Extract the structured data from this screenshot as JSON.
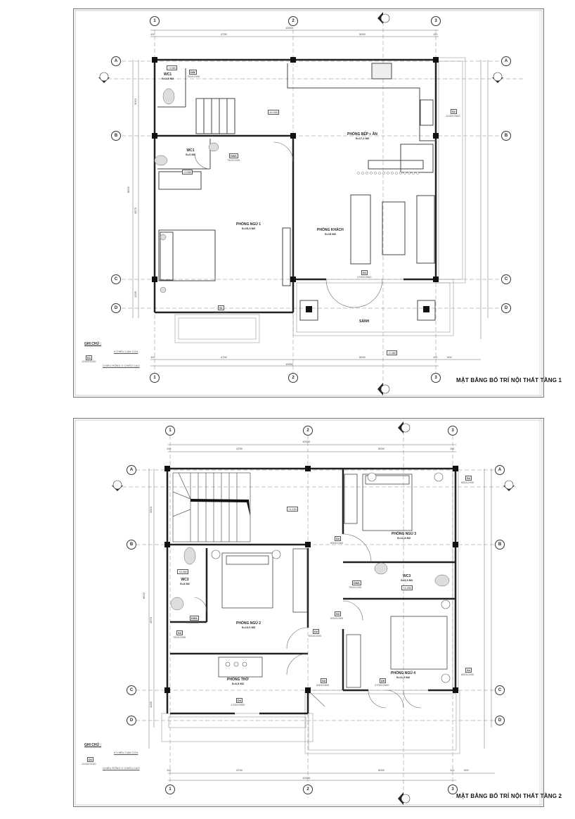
{
  "sheets": [
    {
      "title": "MẶT BẰNG BỐ TRÍ NỘI THẤT  TẦNG 1",
      "grid_columns": [
        "1",
        "2",
        "3"
      ],
      "grid_rows": [
        "A",
        "B",
        "C",
        "D"
      ],
      "section_mark_top": "A",
      "section_mark_side": "B",
      "dimensions_top": {
        "total": "10000",
        "spans": [
          "110",
          "4790",
          "5000",
          "110"
        ]
      },
      "dimensions_bottom": {
        "total": "10000",
        "spans": [
          "110",
          "4790",
          "5000",
          "110",
          "900"
        ]
      },
      "dimensions_side": {
        "total": "8615",
        "spans": [
          "110",
          "3010",
          "4570",
          "1035",
          "1060"
        ]
      },
      "rooms": [
        {
          "name": "WC1",
          "area": "S=1,5 M2"
        },
        {
          "name": "WC1",
          "area": "S=3 M2"
        },
        {
          "name": "PHÒNG BẾP + ĂN",
          "area": "S=17,2 M2"
        },
        {
          "name": "PHÒNG NGỦ 1",
          "area": "S=25,3 M2"
        },
        {
          "name": "PHÒNG KHÁCH",
          "area": "S=15 M2"
        },
        {
          "name": "SẢNH",
          "area": ""
        }
      ],
      "openings": [
        {
          "code": "DW",
          "size": "750X1900"
        },
        {
          "code": "DW1",
          "size": "750X2200"
        },
        {
          "code": "S2",
          "size": "1240X2500"
        },
        {
          "code": "S1",
          "size": "2100X2500"
        },
        {
          "code": "D1",
          "size": "1700X2900"
        }
      ],
      "levels": [
        "-0.050",
        "±0.000",
        "-0.050",
        "-0.450"
      ],
      "notes": {
        "heading": "GHI CHÚ :",
        "line1": "KÍ HIỆU CẠM CỬA",
        "tag": "D1",
        "tag_size": "1200X2100",
        "line2": "CHIỀU RỘNG X CHIỀU CAO"
      }
    },
    {
      "title": "MẶT BẰNG BỐ TRÍ NỘI THẤT  TẦNG 2",
      "grid_columns": [
        "1",
        "2",
        "3"
      ],
      "grid_rows": [
        "A",
        "B",
        "C",
        "D"
      ],
      "section_mark_top": "A",
      "section_mark_side": "B",
      "dimensions_top": {
        "total": "10000",
        "spans": [
          "110",
          "4790",
          "5000",
          "110"
        ]
      },
      "dimensions_bottom": {
        "total": "10000",
        "spans": [
          "110",
          "4790",
          "5000",
          "110",
          "900"
        ]
      },
      "dimensions_side": {
        "total": "8615",
        "spans": [
          "110",
          "3010",
          "4570",
          "1035",
          "1060"
        ]
      },
      "rooms": [
        {
          "name": "WC3",
          "area": "S=3 M2"
        },
        {
          "name": "PHÒNG NGỦ 2",
          "area": "S=13,6 M2"
        },
        {
          "name": "PHÒNG NGỦ 3",
          "area": "S=11,8 M2"
        },
        {
          "name": "WC3",
          "area": "S=3,5 M2"
        },
        {
          "name": "PHÒNG NGỦ 4",
          "area": "S=11,5 M2"
        },
        {
          "name": "PHÒNG THỜ",
          "area": "S=6,9 M2"
        }
      ],
      "openings": [
        {
          "code": "S4",
          "size": "650X2000"
        },
        {
          "code": "D2",
          "size": "630X2400"
        },
        {
          "code": "DW1",
          "size": "750X2200"
        },
        {
          "code": "D2",
          "size": "630X2400"
        },
        {
          "code": "S3",
          "size": "750X2500"
        },
        {
          "code": "D2",
          "size": "630X2400"
        },
        {
          "code": "D3",
          "size": "630X2500"
        },
        {
          "code": "D4",
          "size": "1700X2900"
        },
        {
          "code": "D5",
          "size": "2700X2500"
        },
        {
          "code": "S4",
          "size": "650X2000"
        },
        {
          "code": "DW1",
          "size": "750X2200"
        }
      ],
      "levels": [
        "+4.100",
        "+4.050",
        "+4.050"
      ],
      "notes": {
        "heading": "GHI CHÚ :",
        "line1": "KÍ HIỆU CẠM CỬA",
        "tag": "D1",
        "tag_size": "1200X2100",
        "line2": "CHIỀU RỘNG X CHIỀU CAO"
      }
    }
  ]
}
